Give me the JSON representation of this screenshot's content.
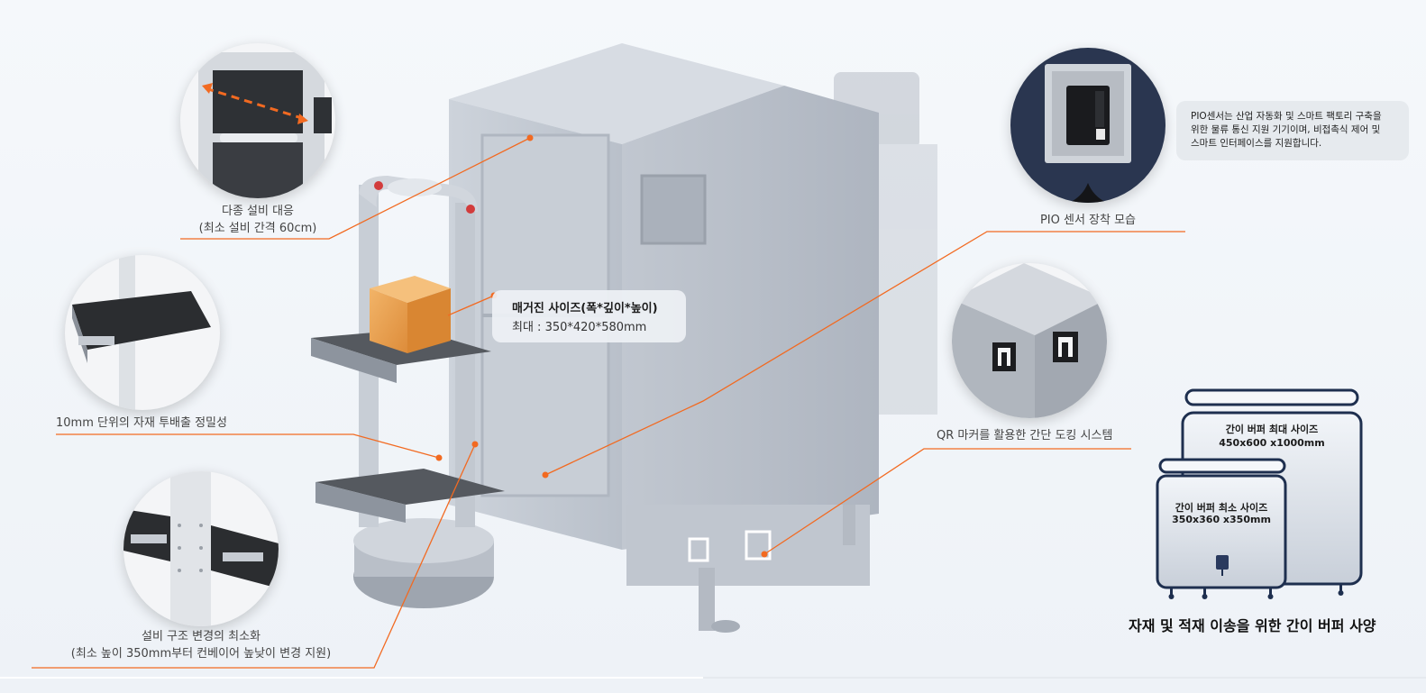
{
  "labels": {
    "multi_equipment_line1": "다종 설비 대응",
    "multi_equipment_line2": "(최소 설비 간격 60cm)",
    "precision": "10mm 단위의 자재 투배출 정밀성",
    "structure_line1": "설비 구조 변경의 최소화",
    "structure_line2": "(최소 높이 350mm부터 컨베이어 높낮이 변경 지원)",
    "pio_install": "PIO 센서 장착 모습",
    "qr_docking": "QR 마커를 활용한 간단 도킹 시스템"
  },
  "magazine": {
    "title": "매거진 사이즈(폭*깊이*높이)",
    "value": "최대 : 350*420*580mm"
  },
  "pio_description": {
    "line1": "PIO센서는 산업 자동화 및 스마트 팩토리 구축을",
    "line2": "위한 물류 통신 지원 기기이며, 비접촉식 제어 및",
    "line3": "스마트 인터페이스를 지원합니다."
  },
  "buffer": {
    "max_title": "간이 버퍼 최대 사이즈",
    "max_value": "450x600 x1000mm",
    "min_title": "간이 버퍼 최소 사이즈",
    "min_value": "350x360 x350mm",
    "caption": "자재 및 적재 이송을 위한 간이 버퍼 사양"
  },
  "colors": {
    "accent": "#f26a21",
    "machine": "#c4cad3",
    "buffer_outline": "#1e2f4f"
  }
}
